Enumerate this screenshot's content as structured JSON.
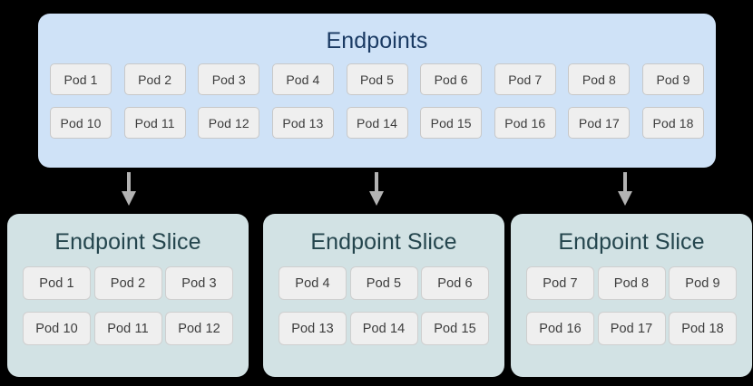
{
  "colors": {
    "page_background": "#000000",
    "endpoints_fill": "#cfe2f7",
    "endpoints_title": "#1a3a63",
    "slice_fill": "#d2e2e4",
    "slice_title": "#24454d",
    "pod_fill": "#efefef",
    "pod_border": "#c8c8c8",
    "pod_text": "#3c3c3c",
    "arrow": "#b3b3b3"
  },
  "endpoints": {
    "title": "Endpoints",
    "rows": [
      [
        "Pod 1",
        "Pod 2",
        "Pod 3",
        "Pod 4",
        "Pod 5",
        "Pod 6",
        "Pod 7",
        "Pod 8",
        "Pod 9"
      ],
      [
        "Pod 10",
        "Pod 11",
        "Pod 12",
        "Pod 13",
        "Pod 14",
        "Pod 15",
        "Pod 16",
        "Pod 17",
        "Pod 18"
      ]
    ]
  },
  "arrows": [
    {
      "name": "arrow-to-slice-1",
      "icon": "arrow-down-icon"
    },
    {
      "name": "arrow-to-slice-2",
      "icon": "arrow-down-icon"
    },
    {
      "name": "arrow-to-slice-3",
      "icon": "arrow-down-icon"
    }
  ],
  "slices": [
    {
      "title": "Endpoint Slice",
      "rows": [
        [
          "Pod 1",
          "Pod 2",
          "Pod 3"
        ],
        [
          "Pod 10",
          "Pod 11",
          "Pod 12"
        ]
      ]
    },
    {
      "title": "Endpoint Slice",
      "rows": [
        [
          "Pod 4",
          "Pod 5",
          "Pod 6"
        ],
        [
          "Pod 13",
          "Pod 14",
          "Pod 15"
        ]
      ]
    },
    {
      "title": "Endpoint Slice",
      "rows": [
        [
          "Pod 7",
          "Pod 8",
          "Pod 9"
        ],
        [
          "Pod 16",
          "Pod 17",
          "Pod 18"
        ]
      ]
    }
  ]
}
